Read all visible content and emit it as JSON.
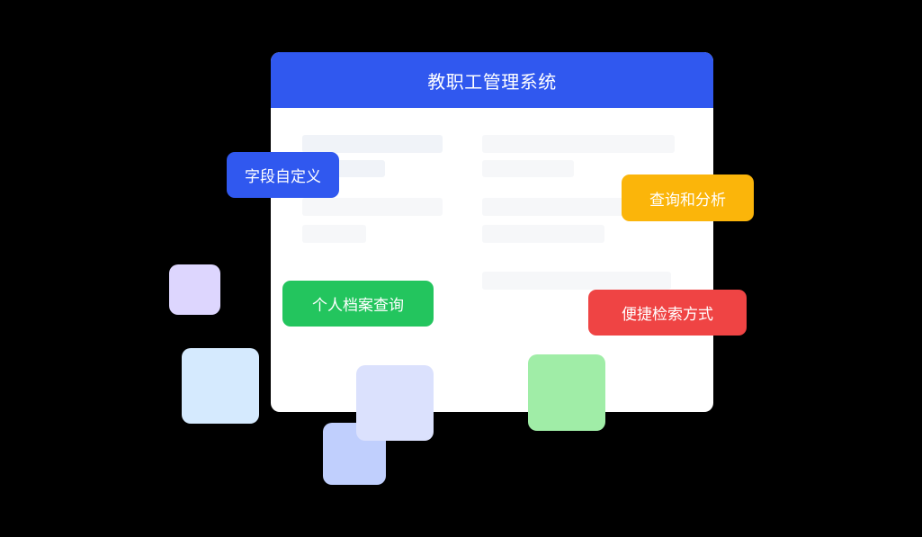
{
  "window": {
    "title": "教职工管理系统",
    "header_color": "#3058ef",
    "placeholder_bar_color": "#f1f3f7"
  },
  "tags": [
    {
      "label": "字段自定义",
      "color": "#3058ef"
    },
    {
      "label": "查询和分析",
      "color": "#fbb50a"
    },
    {
      "label": "个人档案查询",
      "color": "#23c55e"
    },
    {
      "label": "便捷检索方式",
      "color": "#ef4444"
    }
  ],
  "decor": {
    "colors": [
      "#ddd6fe",
      "#d5eafe",
      "#dbe1fd",
      "#c0cffd",
      "#a0eda7"
    ]
  }
}
